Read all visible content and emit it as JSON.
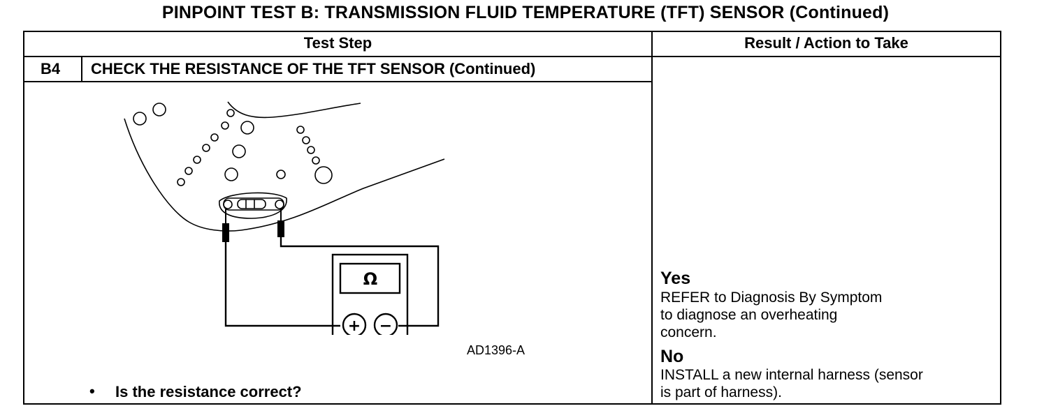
{
  "title": "PINPOINT TEST B: TRANSMISSION FLUID TEMPERATURE (TFT) SENSOR (Continued)",
  "table": {
    "col_headers": [
      "Test Step",
      "Result / Action to Take"
    ],
    "step": {
      "id": "B4",
      "title": "CHECK THE RESISTANCE OF THE TFT SENSOR (Continued)",
      "figure_id": "AD1396-A",
      "meter_symbol": "Ω",
      "terminal_plus": "+",
      "terminal_minus": "−",
      "bullet": "•",
      "question": "Is the resistance correct?"
    },
    "results": [
      {
        "answer": "Yes",
        "action": "REFER to Diagnosis By Symptom\nto diagnose an overheating\nconcern."
      },
      {
        "answer": "No",
        "action": "INSTALL a new internal harness (sensor\nis part of harness)."
      }
    ]
  }
}
